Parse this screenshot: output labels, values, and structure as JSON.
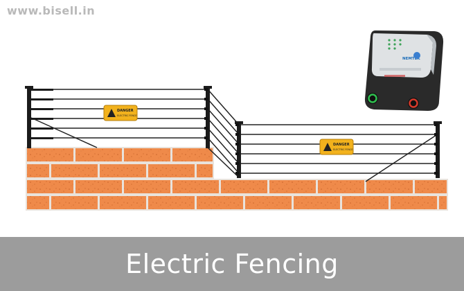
{
  "watermark": {
    "text": "www.bisell.in"
  },
  "caption": {
    "text": "Electric Fencing"
  },
  "sign": {
    "line1": "DANGER",
    "line2": "ELECTRIC FENCE"
  },
  "energizer": {
    "brand": "NEMTEK"
  },
  "colors": {
    "brick": "#ef8a4a",
    "mortar": "#e9e3dc",
    "footer": "#9c9c9c",
    "post": "#1b1b1b",
    "sign": "#f2b21d"
  }
}
